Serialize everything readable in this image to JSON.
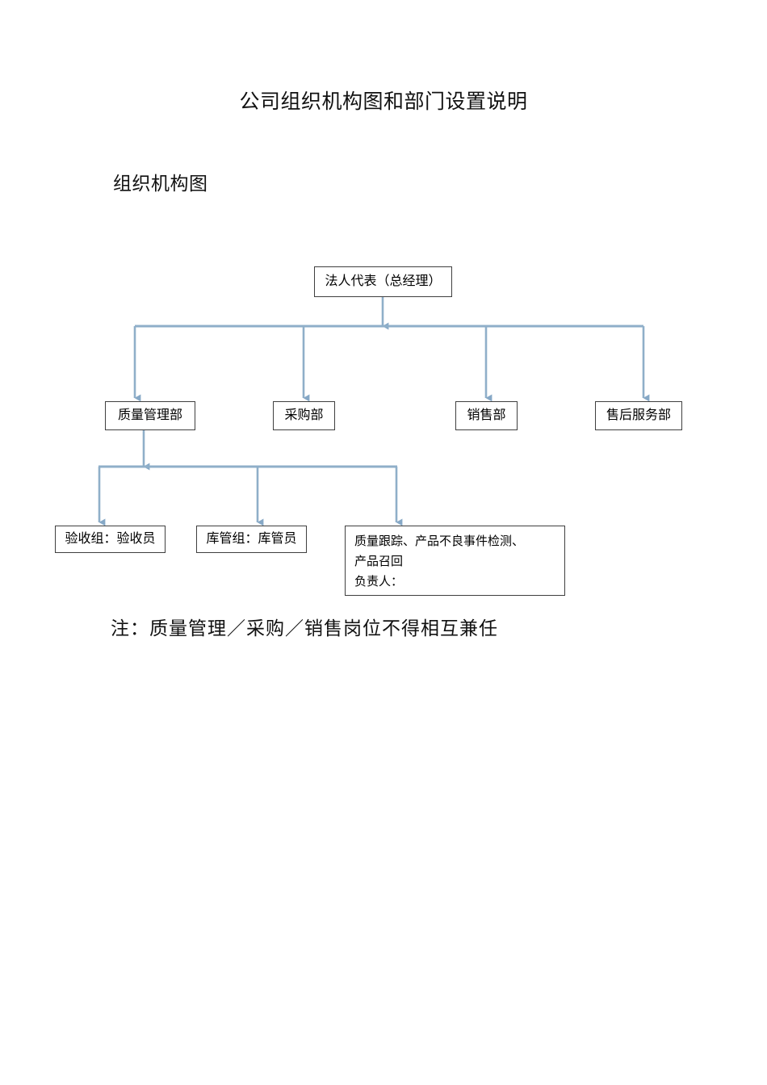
{
  "document": {
    "title": "公司组织机构图和部门设置说明",
    "section_title": "组织机构图",
    "footer_note": "注：质量管理／采购／销售岗位不得相互兼任"
  },
  "chart_data": {
    "type": "diagram",
    "diagram_kind": "organization-chart",
    "title": "组织机构图",
    "connector_color": "#8FAFC9",
    "box_border_color": "#3F3F3F",
    "levels": 3,
    "nodes": [
      {
        "id": "ceo",
        "label": "法人代表（总经理）",
        "level": 1,
        "parent": null
      },
      {
        "id": "quality",
        "label": "质量管理部",
        "level": 2,
        "parent": "ceo"
      },
      {
        "id": "purchase",
        "label": "采购部",
        "level": 2,
        "parent": "ceo"
      },
      {
        "id": "sales",
        "label": "销售部",
        "level": 2,
        "parent": "ceo"
      },
      {
        "id": "service",
        "label": "售后服务部",
        "level": 2,
        "parent": "ceo"
      },
      {
        "id": "acceptance",
        "label": "验收组：验收员",
        "level": 3,
        "parent": "quality"
      },
      {
        "id": "warehouse",
        "label": "库管组：库管员",
        "level": 3,
        "parent": "quality"
      },
      {
        "id": "tracking",
        "label": "质量跟踪、产品不良事件检测、产品召回 负责人：",
        "lines": [
          "质量跟踪、产品不良事件检测、",
          "产品召回",
          "负责人："
        ],
        "level": 3,
        "parent": "quality"
      }
    ],
    "edges": [
      {
        "from": "ceo",
        "to": "quality"
      },
      {
        "from": "ceo",
        "to": "purchase"
      },
      {
        "from": "ceo",
        "to": "sales"
      },
      {
        "from": "ceo",
        "to": "service"
      },
      {
        "from": "quality",
        "to": "acceptance"
      },
      {
        "from": "quality",
        "to": "warehouse"
      },
      {
        "from": "quality",
        "to": "tracking"
      }
    ]
  }
}
